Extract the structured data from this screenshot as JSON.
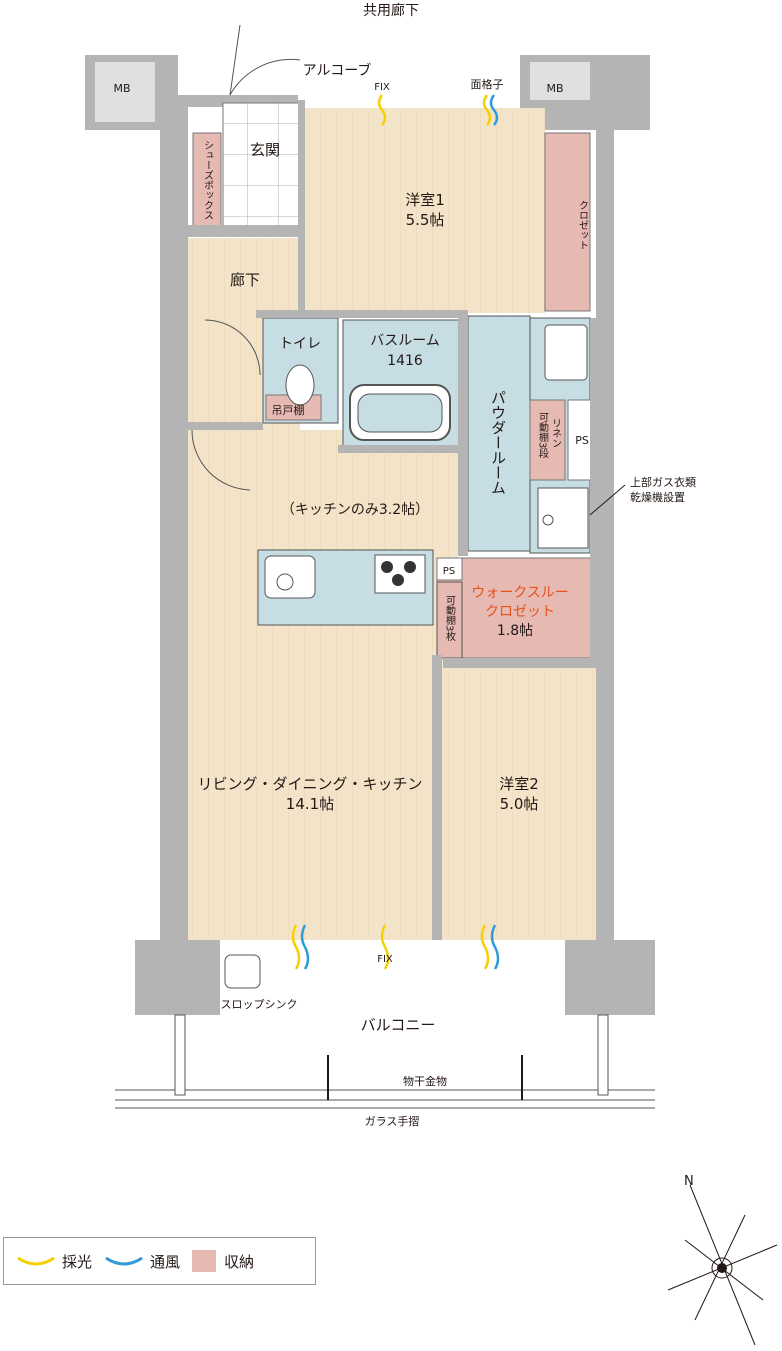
{
  "labels": {
    "common_corridor": "共用廊下",
    "alcove": "アルコーブ",
    "fix_top": "FIX",
    "face_lattice": "面格子",
    "mb_left": "MB",
    "mb_right": "MB",
    "entrance": "玄関",
    "shoes_box": "シューズボックス",
    "western1_name": "洋室1",
    "western1_size": "5.5帖",
    "closet": "クロゼット",
    "hallway": "廊下",
    "toilet": "トイレ",
    "bathroom_name": "バスルーム",
    "bathroom_size": "1416",
    "hanging_shelf": "吊戸棚",
    "powder_room": "パウダールーム",
    "linen_movable": "可動棚3段",
    "linen": "リネン",
    "ps_upper": "PS",
    "gas_dryer_1": "上部ガス衣類",
    "gas_dryer_2": "乾燥機設置",
    "kitchen_note": "（キッチンのみ3.2帖）",
    "ps_lower": "PS",
    "wic_1": "ウォークスルー",
    "wic_2": "クロゼット",
    "wic_size": "1.8帖",
    "movable_shelf": "可動棚3枚",
    "ldk_name": "リビング・ダイニング・キッチン",
    "ldk_size": "14.1帖",
    "western2_name": "洋室2",
    "western2_size": "5.0帖",
    "fix_bottom": "FIX",
    "slop_sink": "スロップシンク",
    "balcony": "バルコニー",
    "drying_hardware": "物干金物",
    "glass_handrail": "ガラス手摺",
    "north": "N"
  },
  "legend": {
    "daylight": "採光",
    "ventilation": "通風",
    "storage": "収納"
  },
  "colors": {
    "floor": "#f3e4c9",
    "wet_area": "#c5dde3",
    "storage": "#e6b9b2",
    "wall": "#b4b4b4",
    "daylight": "#f5d000",
    "ventilation": "#2f9bd8",
    "accent_text": "#e5531a"
  }
}
